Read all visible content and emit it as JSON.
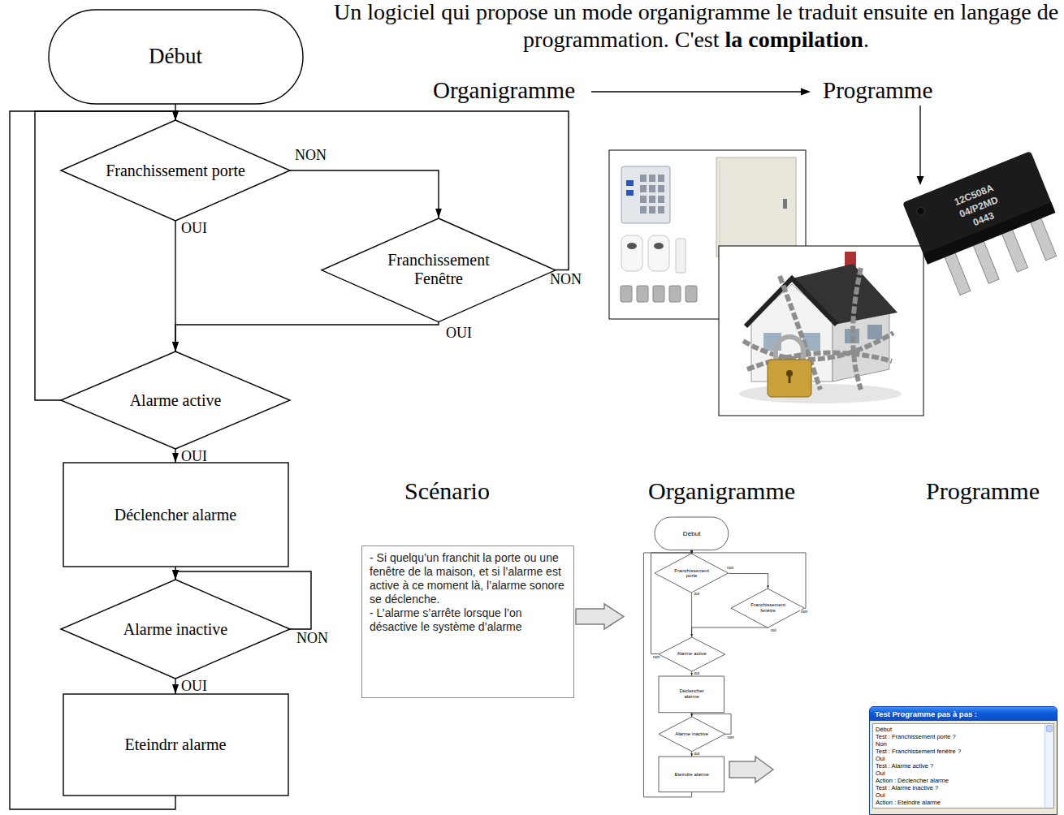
{
  "diagram": {
    "nodes": [
      {
        "text": [
          "Début"
        ]
      },
      {
        "text": [
          "Franchissement porte"
        ]
      },
      {
        "text": [
          "Franchissement Fenêtre"
        ]
      },
      {
        "text": [
          "Alarme active"
        ]
      },
      {
        "text": [
          "Déclencher alarme"
        ]
      },
      {
        "text": [
          "Alarme inactive"
        ]
      },
      {
        "text": [
          "Eteindrr alarme"
        ]
      },
      {
        "text": [
          "- Si quelqu’un franchit la porte ou une fenêtre de la maison, et si l’alarme est active à ce moment là, l’alarme sonore se déclenche.",
          "- L’alarme s’arrête lorsque l’on désactive le système d’alarme"
        ]
      },
      {
        "text": [
          "Début"
        ]
      },
      {
        "text": [
          "Franchissement porte"
        ]
      },
      {
        "text": [
          "Franchissement fenêtre"
        ]
      },
      {
        "text": [
          "Alarme active"
        ]
      },
      {
        "text": [
          "Déclencher alarme"
        ]
      },
      {
        "text": [
          "Alarme inactive"
        ]
      },
      {
        "text": [
          "Eteindre alarme"
        ]
      },
      {
        "text": [
          "Test Programme pas à pas :",
          "Début",
          "Test : Franchissement porte ?",
          "Non",
          "Test : Franchissement fenêtre ?",
          "Oui",
          "Test : Alarme active ?",
          "Oui",
          "Action : Déclencher alarme",
          "Test : Alarme inactive ?",
          "Oui",
          "Action : Eteindre alarme"
        ]
      }
    ],
    "edges": [
      {
        "from": 0,
        "to": 1,
        "arrow": "to"
      },
      {
        "from": 1,
        "to": 2,
        "label": "NON",
        "arrow": "to"
      },
      {
        "from": 2,
        "to": 1,
        "label": "NON",
        "arrow": "to"
      },
      {
        "from": 1,
        "to": 3,
        "label": "OUI",
        "arrow": "to"
      },
      {
        "from": 2,
        "to": 3,
        "label": "OUI",
        "arrow": "to"
      },
      {
        "from": 3,
        "to": 1,
        "arrow": "to"
      },
      {
        "from": 3,
        "to": 4,
        "label": "OUI",
        "arrow": "to"
      },
      {
        "from": 4,
        "to": 5,
        "arrow": "to"
      },
      {
        "from": 5,
        "to": 5,
        "label": "NON",
        "arrow": "to"
      },
      {
        "from": 5,
        "to": 6,
        "label": "OUI",
        "arrow": "to"
      },
      {
        "from": 6,
        "to": 1,
        "arrow": "to"
      },
      {
        "from": 8,
        "to": 9,
        "arrow": "to"
      },
      {
        "from": 9,
        "to": 10,
        "label": "non",
        "arrow": "to"
      },
      {
        "from": 10,
        "to": 9,
        "label": "non",
        "arrow": "to"
      },
      {
        "from": 9,
        "to": 11,
        "label": "oui",
        "arrow": "to"
      },
      {
        "from": 10,
        "to": 11,
        "label": "oui",
        "arrow": "to"
      },
      {
        "from": 11,
        "to": 9,
        "label": "non",
        "arrow": "to"
      },
      {
        "from": 11,
        "to": 12,
        "label": "oui",
        "arrow": "to"
      },
      {
        "from": 12,
        "to": 13,
        "arrow": "to"
      },
      {
        "from": 13,
        "to": 13,
        "label": "non",
        "arrow": "to"
      },
      {
        "from": 13,
        "to": 14,
        "label": "oui",
        "arrow": "to"
      },
      {
        "from": 14,
        "to": 9,
        "arrow": "to"
      }
    ],
    "labels": [
      "Un logiciel qui propose un mode organigramme le traduit ensuite en langage de programmation. C'est",
      "la compilation",
      ".",
      "Organigramme",
      "Programme",
      "12C508A",
      "04/P2MD",
      "0443",
      "Scénario",
      "Organigramme",
      "Programme"
    ]
  }
}
